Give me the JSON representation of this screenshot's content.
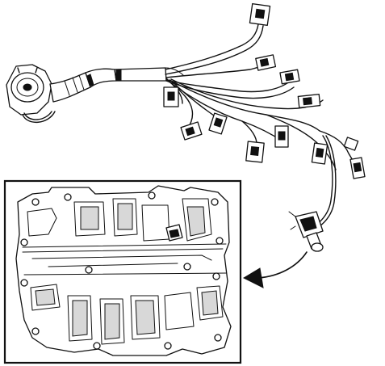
{
  "figure": {
    "items": [
      {
        "name": "wiring-harness"
      },
      {
        "name": "valve-body-inset"
      },
      {
        "name": "connection-arrow"
      }
    ],
    "colors": {
      "line": "#111111",
      "background": "#ffffff",
      "shade": "#d8d8d8"
    }
  }
}
